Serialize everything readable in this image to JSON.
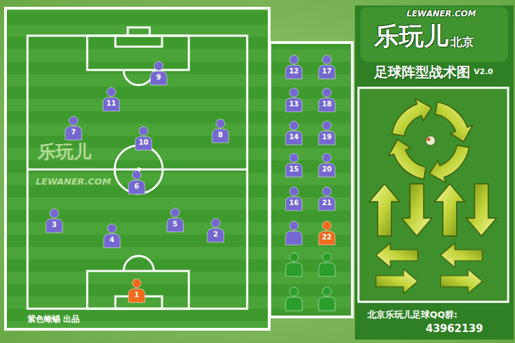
{
  "diagram": {
    "title": "足球阵型战术图",
    "nodes": [
      {
        "text": [
          "9"
        ]
      },
      {
        "text": [
          "11"
        ]
      },
      {
        "text": [
          "7"
        ]
      },
      {
        "text": [
          "10"
        ]
      },
      {
        "text": [
          "8"
        ]
      },
      {
        "text": [
          "6"
        ]
      },
      {
        "text": [
          "3"
        ]
      },
      {
        "text": [
          "4"
        ]
      },
      {
        "text": [
          "5"
        ]
      },
      {
        "text": [
          "2"
        ]
      },
      {
        "text": [
          "1"
        ]
      },
      {
        "text": [
          "12"
        ]
      },
      {
        "text": [
          "17"
        ]
      },
      {
        "text": [
          "13"
        ]
      },
      {
        "text": [
          "18"
        ]
      },
      {
        "text": [
          "14"
        ]
      },
      {
        "text": [
          "19"
        ]
      },
      {
        "text": [
          "15"
        ]
      },
      {
        "text": [
          "20"
        ]
      },
      {
        "text": [
          "16"
        ]
      },
      {
        "text": [
          "21"
        ]
      },
      {
        "text": [
          "22"
        ]
      }
    ],
    "labels": [
      "LEWANER.COM",
      "乐玩儿",
      "北京",
      "V2.0",
      "乐玩儿",
      "LEWANER.COM",
      "紫色蜥蜴 出品",
      "北京乐玩儿足球QQ群:",
      "43962139"
    ]
  }
}
